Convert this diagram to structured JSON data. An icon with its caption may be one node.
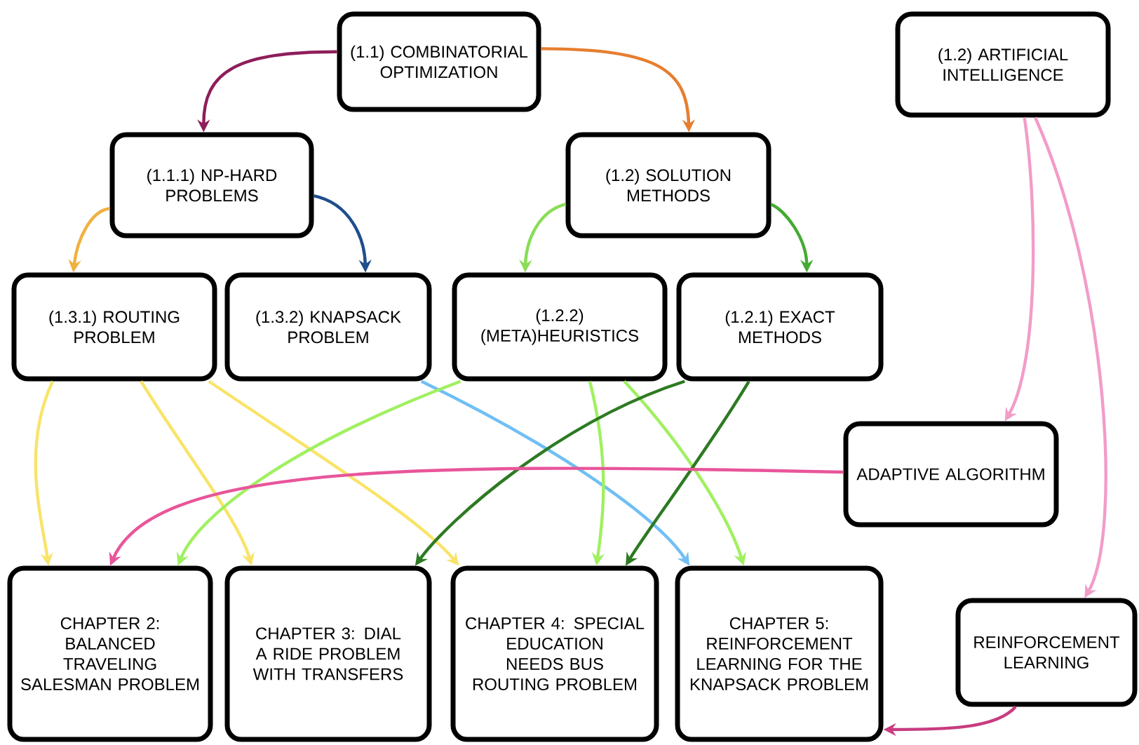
{
  "diagram": {
    "nodes": [
      {
        "text": [
          "(1.1) COMBINATORIAL OPTIMIZATION"
        ]
      },
      {
        "text": [
          "(1.2) ARTIFICIAL INTELLIGENCE"
        ]
      },
      {
        "text": [
          "(1.1.1) NP-HARD PROBLEMS"
        ]
      },
      {
        "text": [
          "(1.2) SOLUTION METHODS"
        ]
      },
      {
        "text": [
          "(1.3.1) ROUTING PROBLEM"
        ]
      },
      {
        "text": [
          "(1.3.2) KNAPSACK PROBLEM"
        ]
      },
      {
        "text": [
          "(1.2.2) (META)HEURISTICS"
        ]
      },
      {
        "text": [
          "(1.2.1) EXACT METHODS"
        ]
      },
      {
        "text": [
          "ADAPTIVE ALGORITHM"
        ]
      },
      {
        "text": [
          "CHAPTER 2: BALANCED TRAVELING SALESMAN PROBLEM"
        ]
      },
      {
        "text": [
          "CHAPTER 3: DIAL A RIDE PROBLEM WITH TRANSFERS"
        ]
      },
      {
        "text": [
          "CHAPTER 4: SPECIAL EDUCATION NEEDS BUS ROUTING PROBLEM"
        ]
      },
      {
        "text": [
          "CHAPTER 5: REINFORCEMENT LEARNING FOR THE KNAPSACK PROBLEM"
        ]
      },
      {
        "text": [
          "REINFORCEMENT LEARNING"
        ]
      }
    ],
    "edges": [
      {
        "from": 0,
        "to": 2,
        "arrow": "to",
        "color": "#8e1e5a"
      },
      {
        "from": 0,
        "to": 3,
        "arrow": "to",
        "color": "#e67e30"
      },
      {
        "from": 2,
        "to": 4,
        "arrow": "to",
        "color": "#f0b040"
      },
      {
        "from": 2,
        "to": 5,
        "arrow": "to",
        "color": "#1f4e8c"
      },
      {
        "from": 3,
        "to": 6,
        "arrow": "to",
        "color": "#88dd55"
      },
      {
        "from": 3,
        "to": 7,
        "arrow": "to",
        "color": "#44aa33"
      },
      {
        "from": 1,
        "to": 8,
        "arrow": "to",
        "color": "#f29cc8"
      },
      {
        "from": 1,
        "to": 13,
        "arrow": "to",
        "color": "#f29cc8"
      },
      {
        "from": 4,
        "to": 9,
        "arrow": "to",
        "color": "#f9e46a"
      },
      {
        "from": 4,
        "to": 10,
        "arrow": "to",
        "color": "#f9e46a"
      },
      {
        "from": 4,
        "to": 11,
        "arrow": "to",
        "color": "#f9e46a"
      },
      {
        "from": 5,
        "to": 12,
        "arrow": "to",
        "color": "#70bff5"
      },
      {
        "from": 6,
        "to": 9,
        "arrow": "to",
        "color": "#a0f060"
      },
      {
        "from": 6,
        "to": 11,
        "arrow": "to",
        "color": "#a0f060"
      },
      {
        "from": 6,
        "to": 12,
        "arrow": "to",
        "color": "#a0f060"
      },
      {
        "from": 7,
        "to": 10,
        "arrow": "to",
        "color": "#2d7a22"
      },
      {
        "from": 7,
        "to": 11,
        "arrow": "to",
        "color": "#2d7a22"
      },
      {
        "from": 8,
        "to": 9,
        "arrow": "to",
        "color": "#e8559a"
      },
      {
        "from": 13,
        "to": 12,
        "arrow": "to",
        "color": "#c83c80"
      }
    ]
  }
}
